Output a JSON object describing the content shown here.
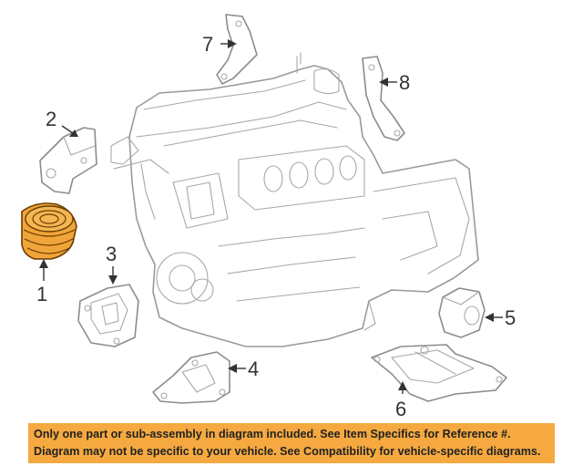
{
  "callouts": [
    {
      "id": "1",
      "label": "1"
    },
    {
      "id": "2",
      "label": "2"
    },
    {
      "id": "3",
      "label": "3"
    },
    {
      "id": "4",
      "label": "4"
    },
    {
      "id": "5",
      "label": "5"
    },
    {
      "id": "6",
      "label": "6"
    },
    {
      "id": "7",
      "label": "7"
    },
    {
      "id": "8",
      "label": "8"
    }
  ],
  "highlighted_part": "1",
  "colors": {
    "highlight_part": "#f0a53a",
    "highlight_stroke": "#6b3d00",
    "banner_background": "#f5a940",
    "line_art": "#9a9a9a"
  },
  "banner": {
    "line1": "Only one part or sub-assembly in diagram included. See Item Specifics for Reference #.",
    "line2": "Diagram may not be specific to your vehicle. See Compatibility for vehicle-specific diagrams."
  }
}
